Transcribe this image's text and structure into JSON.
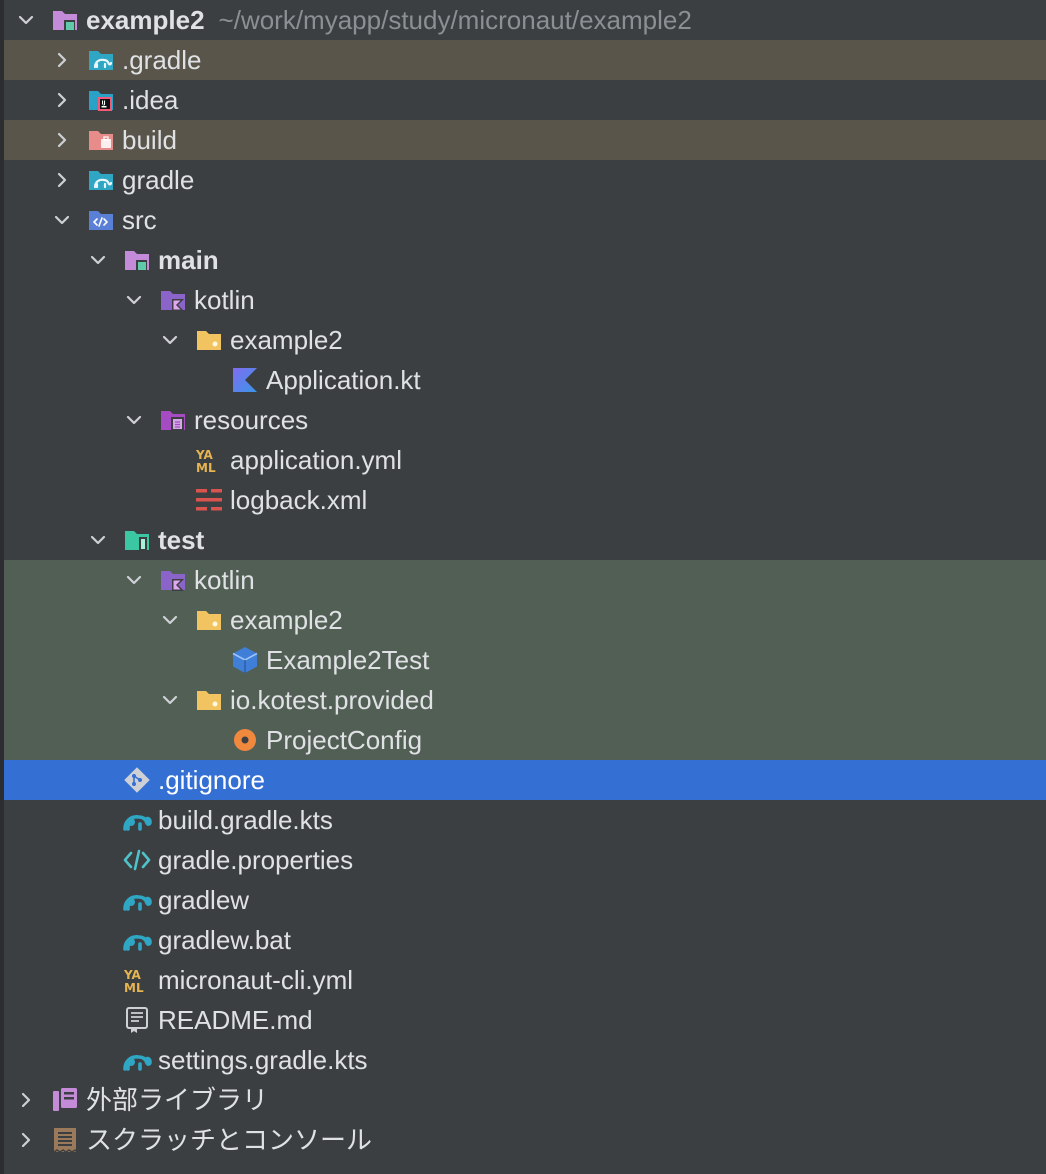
{
  "project_tree": {
    "items": [
      {
        "label": "example2",
        "hint": "~/work/myapp/study/micronaut/example2",
        "depth": 0,
        "expand": "open",
        "icon": "module-folder-icon",
        "bold": true
      },
      {
        "label": ".gradle",
        "depth": 1,
        "expand": "closed",
        "icon": "gradle-folder-icon",
        "bg": "excluded"
      },
      {
        "label": ".idea",
        "depth": 1,
        "expand": "closed",
        "icon": "idea-folder-icon"
      },
      {
        "label": "build",
        "depth": 1,
        "expand": "closed",
        "icon": "excluded-folder-icon",
        "bg": "excluded"
      },
      {
        "label": "gradle",
        "depth": 1,
        "expand": "closed",
        "icon": "gradle-folder-icon"
      },
      {
        "label": "src",
        "depth": 1,
        "expand": "open",
        "icon": "source-folder-icon"
      },
      {
        "label": "main",
        "depth": 2,
        "expand": "open",
        "icon": "module-folder-icon",
        "bold": true
      },
      {
        "label": "kotlin",
        "depth": 3,
        "expand": "open",
        "icon": "kotlin-source-folder-icon"
      },
      {
        "label": "example2",
        "depth": 4,
        "expand": "open",
        "icon": "package-folder-icon"
      },
      {
        "label": "Application.kt",
        "depth": 5,
        "expand": "none",
        "icon": "kotlin-file-icon"
      },
      {
        "label": "resources",
        "depth": 3,
        "expand": "open",
        "icon": "resources-folder-icon"
      },
      {
        "label": "application.yml",
        "depth": 4,
        "expand": "none",
        "icon": "yaml-file-icon"
      },
      {
        "label": "logback.xml",
        "depth": 4,
        "expand": "none",
        "icon": "logback-file-icon"
      },
      {
        "label": "test",
        "depth": 2,
        "expand": "open",
        "icon": "test-folder-icon",
        "bold": true
      },
      {
        "label": "kotlin",
        "depth": 3,
        "expand": "open",
        "icon": "kotlin-source-folder-icon",
        "bg": "testsrc"
      },
      {
        "label": "example2",
        "depth": 4,
        "expand": "open",
        "icon": "package-folder-icon",
        "bg": "testsrc"
      },
      {
        "label": "Example2Test",
        "depth": 5,
        "expand": "none",
        "icon": "test-class-icon",
        "bg": "testsrc"
      },
      {
        "label": "io.kotest.provided",
        "depth": 4,
        "expand": "open",
        "icon": "package-folder-icon",
        "bg": "testsrc"
      },
      {
        "label": "ProjectConfig",
        "depth": 5,
        "expand": "none",
        "icon": "object-class-icon",
        "bg": "testsrc"
      },
      {
        "label": ".gitignore",
        "depth": 2,
        "expand": "none",
        "icon": "git-file-icon",
        "bg": "selected"
      },
      {
        "label": "build.gradle.kts",
        "depth": 2,
        "expand": "none",
        "icon": "gradle-file-icon"
      },
      {
        "label": "gradle.properties",
        "depth": 2,
        "expand": "none",
        "icon": "properties-file-icon"
      },
      {
        "label": "gradlew",
        "depth": 2,
        "expand": "none",
        "icon": "gradle-file-icon"
      },
      {
        "label": "gradlew.bat",
        "depth": 2,
        "expand": "none",
        "icon": "gradle-file-icon"
      },
      {
        "label": "micronaut-cli.yml",
        "depth": 2,
        "expand": "none",
        "icon": "yaml-file-icon"
      },
      {
        "label": "README.md",
        "depth": 2,
        "expand": "none",
        "icon": "markdown-file-icon"
      },
      {
        "label": "settings.gradle.kts",
        "depth": 2,
        "expand": "none",
        "icon": "gradle-file-icon"
      },
      {
        "label": "外部ライブラリ",
        "depth": 0,
        "expand": "closed",
        "icon": "external-libraries-icon"
      },
      {
        "label": "スクラッチとコンソール",
        "depth": 0,
        "expand": "closed",
        "icon": "scratches-icon"
      }
    ]
  },
  "colors": {
    "background": "#3c3f41",
    "selection": "#3470d4",
    "excluded_row": "#59554a",
    "test_row": "#525f54",
    "text": "#dfe1e5",
    "hint_text": "#8c8f93"
  }
}
